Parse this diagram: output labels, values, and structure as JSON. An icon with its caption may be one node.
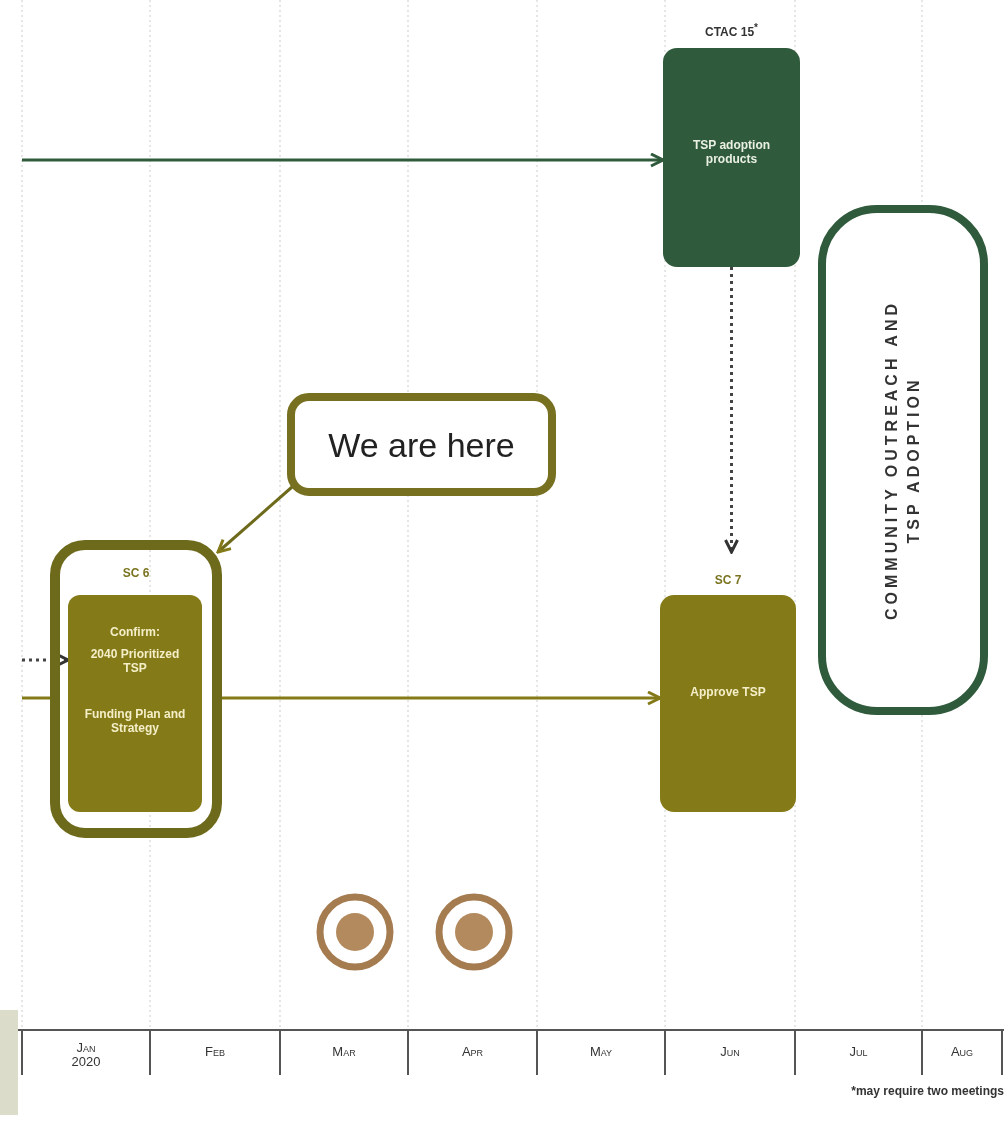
{
  "diagram": {
    "nodes": [
      {
        "text": [
          "SC 6"
        ]
      },
      {
        "text": [
          "Confirm:",
          "2040 Prioritized TSP",
          "Funding Plan and Strategy"
        ],
        "in": 0
      },
      {
        "text": [
          "We are here"
        ]
      },
      {
        "text": [
          "CTAC 15$^{*}$",
          "TSP adoption products"
        ]
      },
      {
        "text": [
          "SC 7",
          "Approve TSP"
        ]
      },
      {
        "text": [
          "COMMUNITY OUTREACH AND TSP ADOPTION"
        ]
      }
    ],
    "edges": [
      {
        "from": null,
        "to": 3,
        "arrow": "to"
      },
      {
        "from": 3,
        "to": 4,
        "arrow": "to",
        "style": "dashed"
      },
      {
        "from": null,
        "to": 1,
        "arrow": "to",
        "style": "dashed"
      },
      {
        "from": null,
        "to": 0,
        "arrow": "none"
      },
      {
        "from": 0,
        "to": 4,
        "arrow": "to"
      },
      {
        "from": 2,
        "to": 0,
        "arrow": "to"
      }
    ],
    "labels": [
      "Jan",
      "2020",
      "Feb",
      "Mar",
      "Apr",
      "May",
      "Jun",
      "Jul",
      "Aug",
      "*may require two meetings"
    ]
  }
}
